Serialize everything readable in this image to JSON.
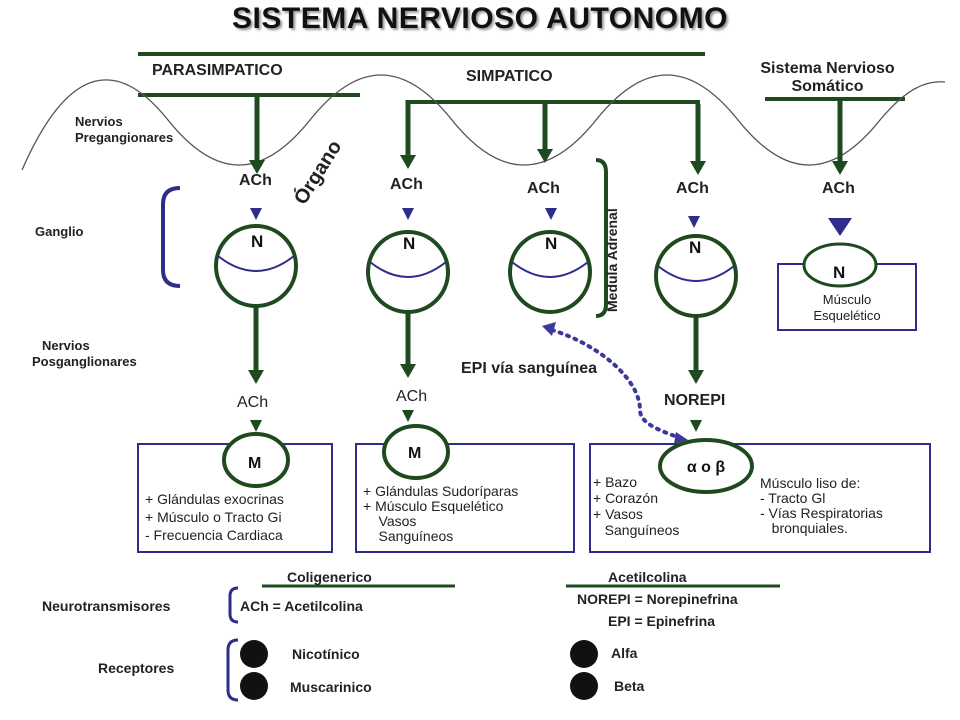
{
  "title": "SISTEMA NERVIOSO AUTONOMO",
  "headers": {
    "parasimpatico": "PARASIMPATICO",
    "simpatico": "SIMPATICO",
    "somatico_line1": "Sistema Nervioso",
    "somatico_line2": "Somático"
  },
  "row_labels": {
    "pre_line1": "Nervios",
    "pre_line2": "Pregangionares",
    "ganglio": "Ganglio",
    "pos_line1": "Nervios",
    "pos_line2": "Posganglionares"
  },
  "preganglionic_transmitter": [
    "ACh",
    "ACh",
    "ACh",
    "ACh",
    "ACh"
  ],
  "ganglion_receptors": [
    "N",
    "N",
    "N",
    "N",
    "N"
  ],
  "organo_label": "Órgano",
  "medula_label": "Medula Adrenal",
  "postganglionic": {
    "para": "ACh",
    "sudor": "ACh",
    "norepi": "NOREPI",
    "epi_blood": "EPI vía sanguínea"
  },
  "effectors": {
    "para": {
      "receptor": "M",
      "lines": [
        "+  Glándulas exocrinas",
        "+ Músculo o Tracto Gi",
        "-   Frecuencia Cardiaca"
      ]
    },
    "sudor": {
      "receptor": "M",
      "lines": [
        "+ Glándulas Sudoríparas",
        "+ Músculo Esquelético",
        "    Vasos",
        "    Sanguíneos"
      ]
    },
    "adrenergic": {
      "receptor": "α o β",
      "lines_left": [
        "+ Bazo",
        "+ Corazón",
        "+ Vasos",
        "   Sanguíneos"
      ],
      "lines_right": [
        "Músculo  liso de:",
        "- Tracto Gl",
        "- Vías Respiratorias",
        "   bronquiales."
      ]
    },
    "somatic": {
      "receptor": "N",
      "line1": "Músculo",
      "line2": "Esquelético"
    }
  },
  "legend": {
    "coligenerico": "Coligenerico",
    "acetilcolina": "Acetilcolina",
    "neurotransmisores_label": "Neurotransmisores",
    "ach_def": "ACh = Acetilcolina",
    "norepi_def": "NOREPI = Norepinefrina",
    "epi_def": "EPI = Epinefrina",
    "receptores_label": "Receptores",
    "nicotinico": "Nicotínico",
    "muscarinico": "Muscarinico",
    "alfa": "Alfa",
    "beta": "Beta"
  },
  "colors": {
    "nerve": "#1f4a1f",
    "accent": "#2e2e8a",
    "wave": "#555555"
  }
}
